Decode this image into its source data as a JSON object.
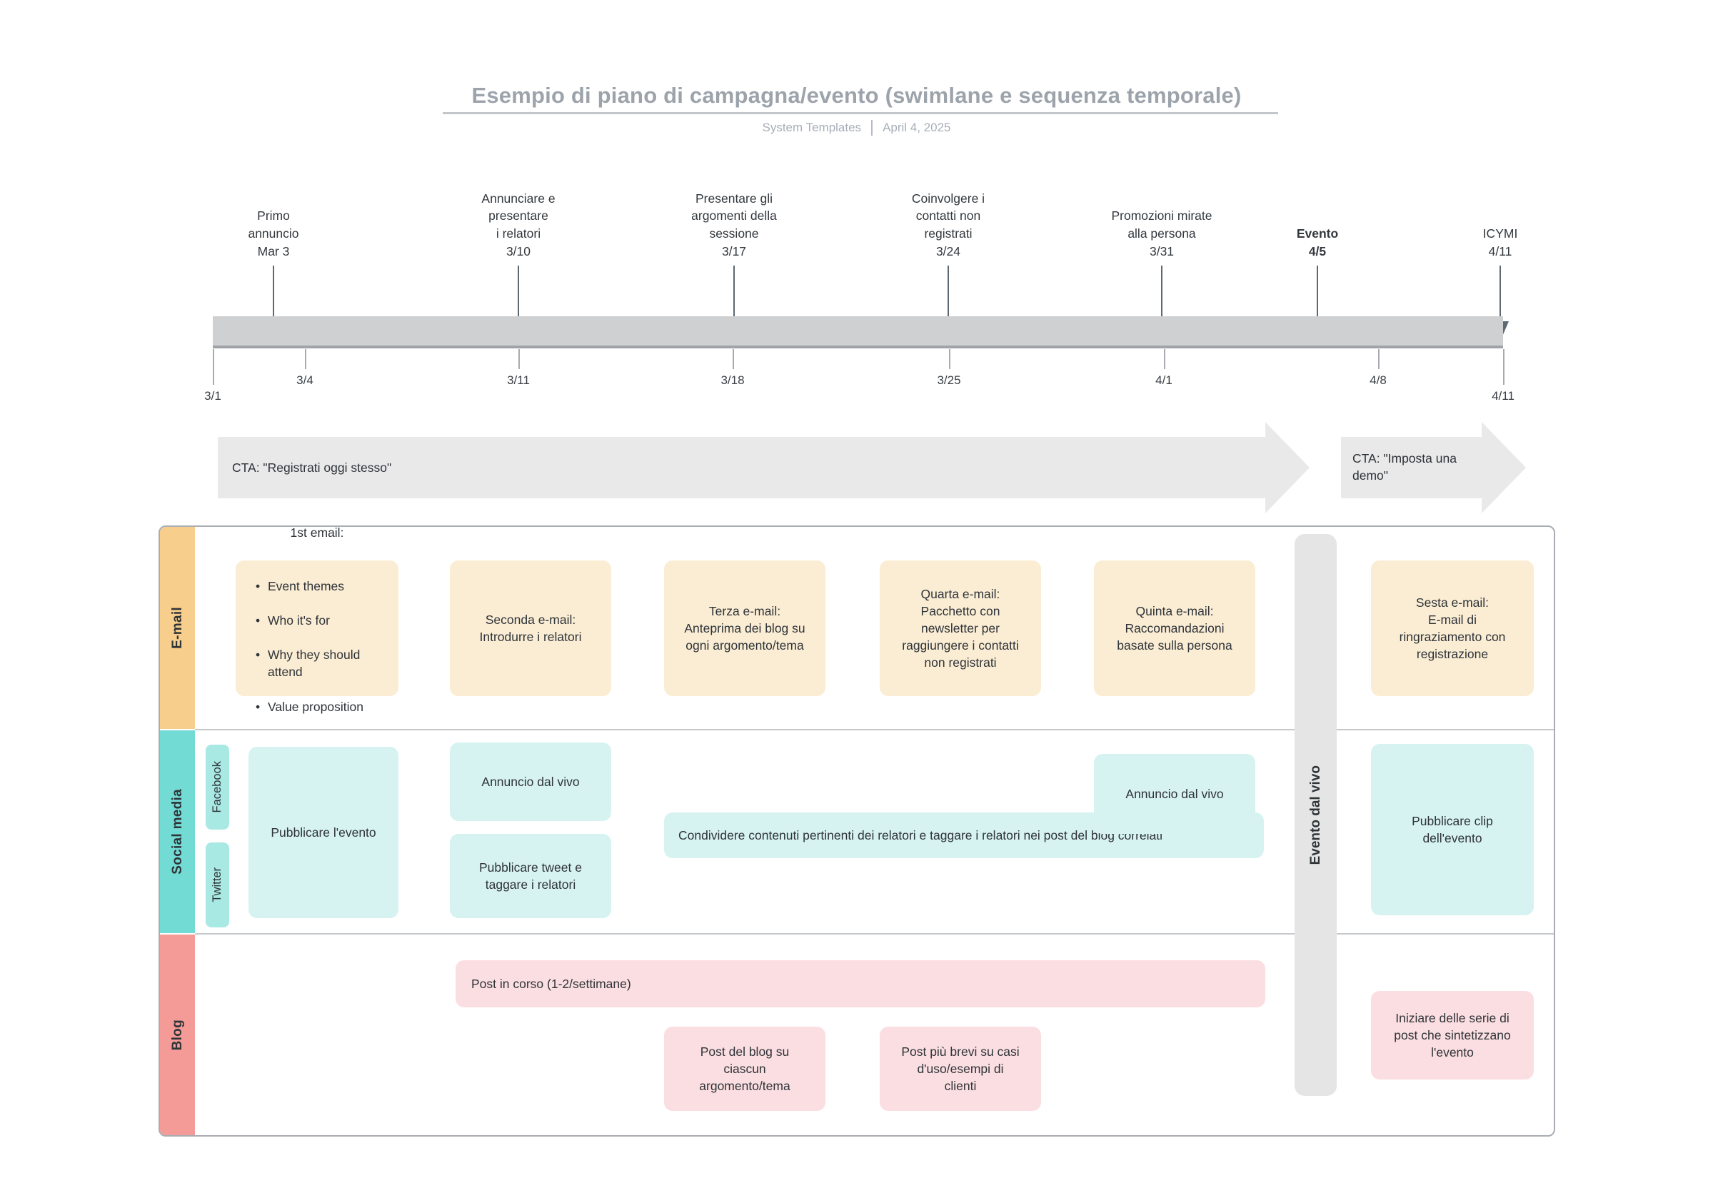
{
  "header": {
    "title": "Esempio di piano di campagna/evento (swimlane e sequenza temporale)",
    "byline": "System Templates",
    "date": "April 4, 2025"
  },
  "timeline": {
    "milestones": [
      {
        "label": "Primo\nannuncio\nMar 3"
      },
      {
        "label": "Annunciare e\npresentare\ni relatori\n3/10"
      },
      {
        "label": "Presentare gli\nargomenti della\nsessione\n3/17"
      },
      {
        "label": "Coinvolgere i\ncontatti non\nregistrati\n3/24"
      },
      {
        "label": "Promozioni mirate\nalla persona\n3/31"
      },
      {
        "label": "Evento\n4/5"
      },
      {
        "label": "ICYMI\n4/11"
      }
    ],
    "ticks": [
      {
        "label": "3/1"
      },
      {
        "label": "3/4"
      },
      {
        "label": "3/11"
      },
      {
        "label": "3/18"
      },
      {
        "label": "3/25"
      },
      {
        "label": "4/1"
      },
      {
        "label": "4/8"
      },
      {
        "label": "4/11"
      }
    ]
  },
  "ctas": [
    {
      "text": "CTA: \"Registrati oggi stesso\""
    },
    {
      "text": "CTA: \"Imposta una demo\""
    }
  ],
  "event_bar": {
    "label": "Evento dal vivo"
  },
  "lanes": {
    "email": {
      "label": "E-mail",
      "cards": {
        "c1": {
          "heading": "1st email:",
          "bullets": [
            "Event themes",
            "Who it's for",
            "Why they should attend",
            "Value proposition"
          ]
        },
        "c2": {
          "text": "Seconda e-mail:\nIntrodurre i relatori"
        },
        "c3": {
          "text": "Terza e-mail:\nAnteprima dei blog su\nogni argomento/tema"
        },
        "c4": {
          "text": "Quarta e-mail:\nPacchetto con\nnewsletter per\nraggiungere i contatti\nnon registrati"
        },
        "c5": {
          "text": "Quinta e-mail:\nRaccomandazioni\nbasate sulla persona"
        },
        "c6": {
          "text": "Sesta e-mail:\nE-mail di\nringraziamento con\nregistrazione"
        }
      }
    },
    "social": {
      "label": "Social media",
      "sublanes": [
        "Facebook",
        "Twitter"
      ],
      "cards": {
        "publish_event": {
          "text": "Pubblicare l'evento"
        },
        "live_announce_1": {
          "text": "Annuncio dal vivo"
        },
        "tweet_speakers": {
          "text": "Pubblicare tweet e\ntaggare i relatori"
        },
        "share_content": {
          "text": "Condividere contenuti pertinenti dei relatori e taggare i relatori nei post del blog correlati"
        },
        "live_announce_2": {
          "text": "Annuncio dal vivo"
        },
        "publish_clips": {
          "text": "Pubblicare clip\ndell'evento"
        }
      }
    },
    "blog": {
      "label": "Blog",
      "cards": {
        "ongoing": {
          "text": "Post in corso (1-2/settimane)"
        },
        "topic_posts": {
          "text": "Post del blog su\nciascun\nargomento/tema"
        },
        "short_posts": {
          "text": "Post più brevi su casi\nd'uso/esempi di\nclienti"
        },
        "recap_series": {
          "text": "Iniziare delle serie di\npost che sintetizzano\nl'evento"
        }
      }
    }
  },
  "colors": {
    "title_gray": "#9ca3ab",
    "timeline_bar": "#ced0d2",
    "timeline_edge": "#9fa3a7",
    "arrow_slate": "#5d6872",
    "cta_fill": "#e9e9ea",
    "email_lane": "#f8ce8c",
    "email_card": "#fbedd4",
    "social_lane": "#72dbd4",
    "social_chip": "#a9e9e4",
    "social_card": "#d7f3f1",
    "blog_lane": "#f59b97",
    "blog_card": "#fbdee1",
    "event_bar_fill": "#e5e5e6"
  }
}
